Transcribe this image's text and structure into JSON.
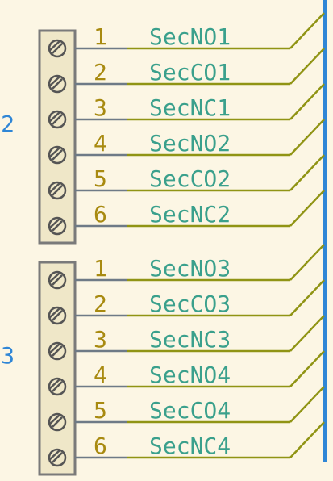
{
  "colors": {
    "background": "#fcf6e4",
    "body_fill": "#efe7c8",
    "body_stroke": "#7a7a7a",
    "pin_wire": "#6e7a86",
    "pin_number": "#a88a10",
    "net_label": "#3aa08c",
    "net_wire": "#909414",
    "bus": "#2f86d6",
    "ref": "#2f86d6",
    "screw": "#555555"
  },
  "components": [
    {
      "ref": "J2",
      "pins": [
        {
          "number": "1",
          "net": "SecNO1"
        },
        {
          "number": "2",
          "net": "SecCO1"
        },
        {
          "number": "3",
          "net": "SecNC1"
        },
        {
          "number": "4",
          "net": "SecNO2"
        },
        {
          "number": "5",
          "net": "SecCO2"
        },
        {
          "number": "6",
          "net": "SecNC2"
        }
      ]
    },
    {
      "ref": "J3",
      "pins": [
        {
          "number": "1",
          "net": "SecNO3"
        },
        {
          "number": "2",
          "net": "SecCO3"
        },
        {
          "number": "3",
          "net": "SecNC3"
        },
        {
          "number": "4",
          "net": "SecNO4"
        },
        {
          "number": "5",
          "net": "SecCO4"
        },
        {
          "number": "6",
          "net": "SecNC4"
        }
      ]
    }
  ]
}
